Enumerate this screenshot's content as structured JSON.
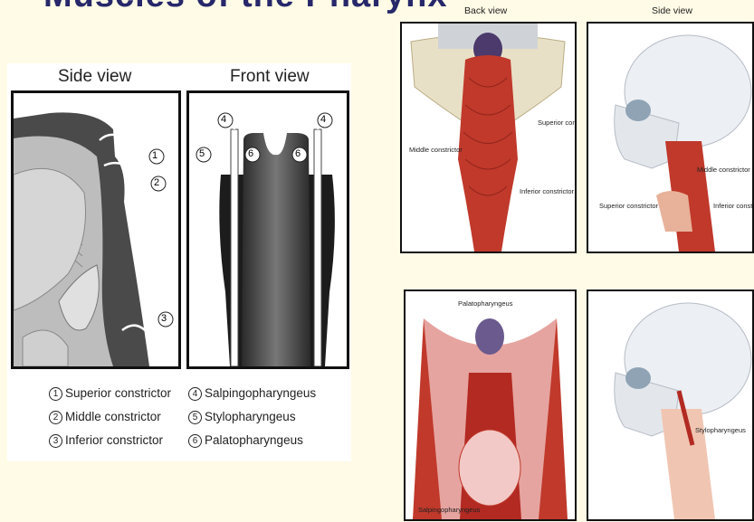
{
  "slide_title": "Muscles of the Pharynx",
  "left_panel": {
    "side_view_caption": "Side view",
    "front_view_caption": "Front view",
    "markers": [
      "1",
      "2",
      "3",
      "4",
      "5",
      "6"
    ],
    "legend": [
      {
        "num": "1",
        "label": "Superior constrictor"
      },
      {
        "num": "2",
        "label": "Middle constrictor"
      },
      {
        "num": "3",
        "label": "Inferior constrictor"
      },
      {
        "num": "4",
        "label": "Salpingopharyngeus"
      },
      {
        "num": "5",
        "label": "Stylopharyngeus"
      },
      {
        "num": "6",
        "label": "Palatopharyngeus"
      }
    ]
  },
  "right_panels": {
    "back_view_caption": "Back view",
    "side_view_caption": "Side view",
    "back_view_labels": {
      "superior": "Superior constrictor",
      "middle": "Middle constrictor",
      "inferior": "Inferior constrictor"
    },
    "side_view_labels": {
      "middle": "Middle constrictor",
      "superior": "Superior constrictor",
      "inferior": "Inferior constrictor"
    },
    "palato_panel_labels": {
      "top": "Palatopharyngeus",
      "bottom": "Salpingopharyngeus"
    },
    "stylo_panel_label": "Stylopharyngeus"
  }
}
